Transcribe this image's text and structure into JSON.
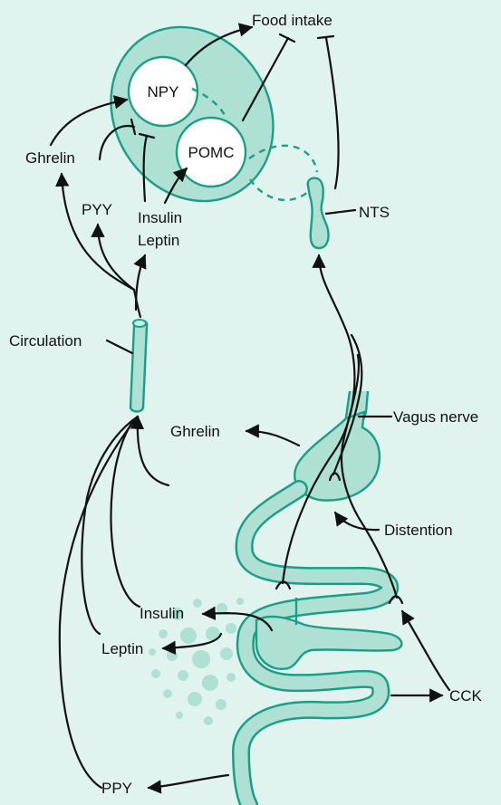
{
  "labels": {
    "food_intake": "Food intake",
    "npy": "NPY",
    "pomc": "POMC",
    "ghrelin_top": "Ghrelin",
    "pyy_top": "PYY",
    "insulin_top": "Insulin",
    "leptin_top": "Leptin",
    "nts": "NTS",
    "circulation": "Circulation",
    "vagus_nerve": "Vagus nerve",
    "ghrelin_mid": "Ghrelin",
    "distention": "Distention",
    "insulin_low": "Insulin",
    "leptin_low": "Leptin",
    "cck": "CCK",
    "ppy": "PPY"
  },
  "colors": {
    "background": "#e1f3ef",
    "organ_fill": "#aee0d4",
    "organ_stroke": "#1a9f86",
    "arrow": "#111111"
  }
}
